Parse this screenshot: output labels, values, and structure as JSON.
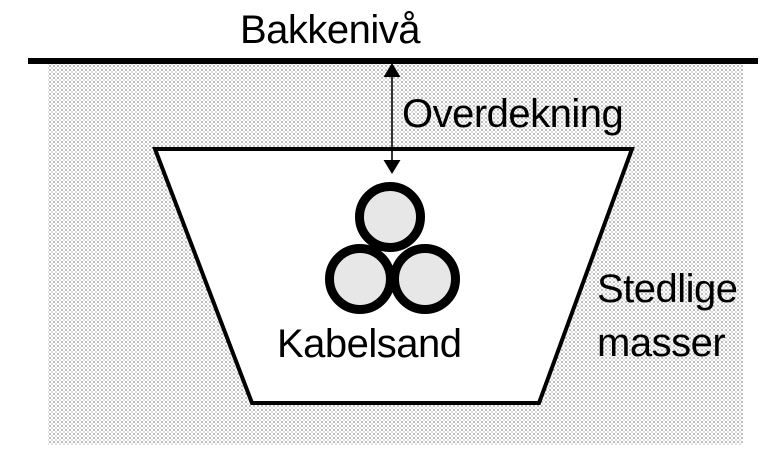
{
  "diagram": {
    "type": "cable-trench-cross-section",
    "labels": {
      "ground_level": "Bakkenivå",
      "cover_depth": "Overdekning",
      "cable_sand": "Kabelsand",
      "native_soil_line1": "Stedlige",
      "native_soil_line2": "masser"
    },
    "elements": {
      "cable_count": 3,
      "ground_line": "thick horizontal line",
      "cover_depth_arrow": "vertical double-headed arrow",
      "trench_shape": "trapezoid, wide at top"
    },
    "colors": {
      "background": "#ffffff",
      "line": "#000000",
      "cable_fill": "#e7e7e7",
      "trench_fill": "#ffffff",
      "soil_dots": "#a8a8a8"
    }
  }
}
